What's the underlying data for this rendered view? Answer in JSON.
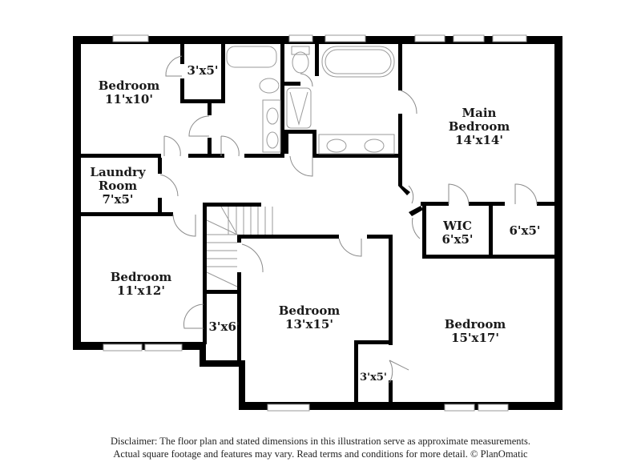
{
  "rooms": {
    "bedroom_nw": {
      "name": "Bedroom",
      "size": "11'x10'"
    },
    "closet_nw": {
      "size": "3'x5'"
    },
    "laundry": {
      "name1": "Laundry",
      "name2": "Room",
      "size": "7'x5'"
    },
    "bedroom_w": {
      "name": "Bedroom",
      "size": "11'x12'"
    },
    "closet_w": {
      "size": "3'x6'"
    },
    "bedroom_center": {
      "name": "Bedroom",
      "size": "13'x15'"
    },
    "closet_s": {
      "size": "3'x5'"
    },
    "bedroom_se": {
      "name": "Bedroom",
      "size": "15'x17'"
    },
    "main_bedroom": {
      "name1": "Main",
      "name2": "Bedroom",
      "size": "14'x14'"
    },
    "wic": {
      "name": "WIC",
      "size": "6'x5'"
    },
    "closet_e": {
      "size": "6'x5'"
    }
  },
  "disclaimer": {
    "line1": "Disclaimer: The floor plan and stated dimensions in this illustration serve as approximate measurements.",
    "line2": "Actual square footage and features may vary. Read terms and conditions for more detail. © PlanOmatic"
  },
  "colors": {
    "wall": "#000000",
    "fixture_line": "#9a9a9a",
    "background": "#ffffff"
  }
}
